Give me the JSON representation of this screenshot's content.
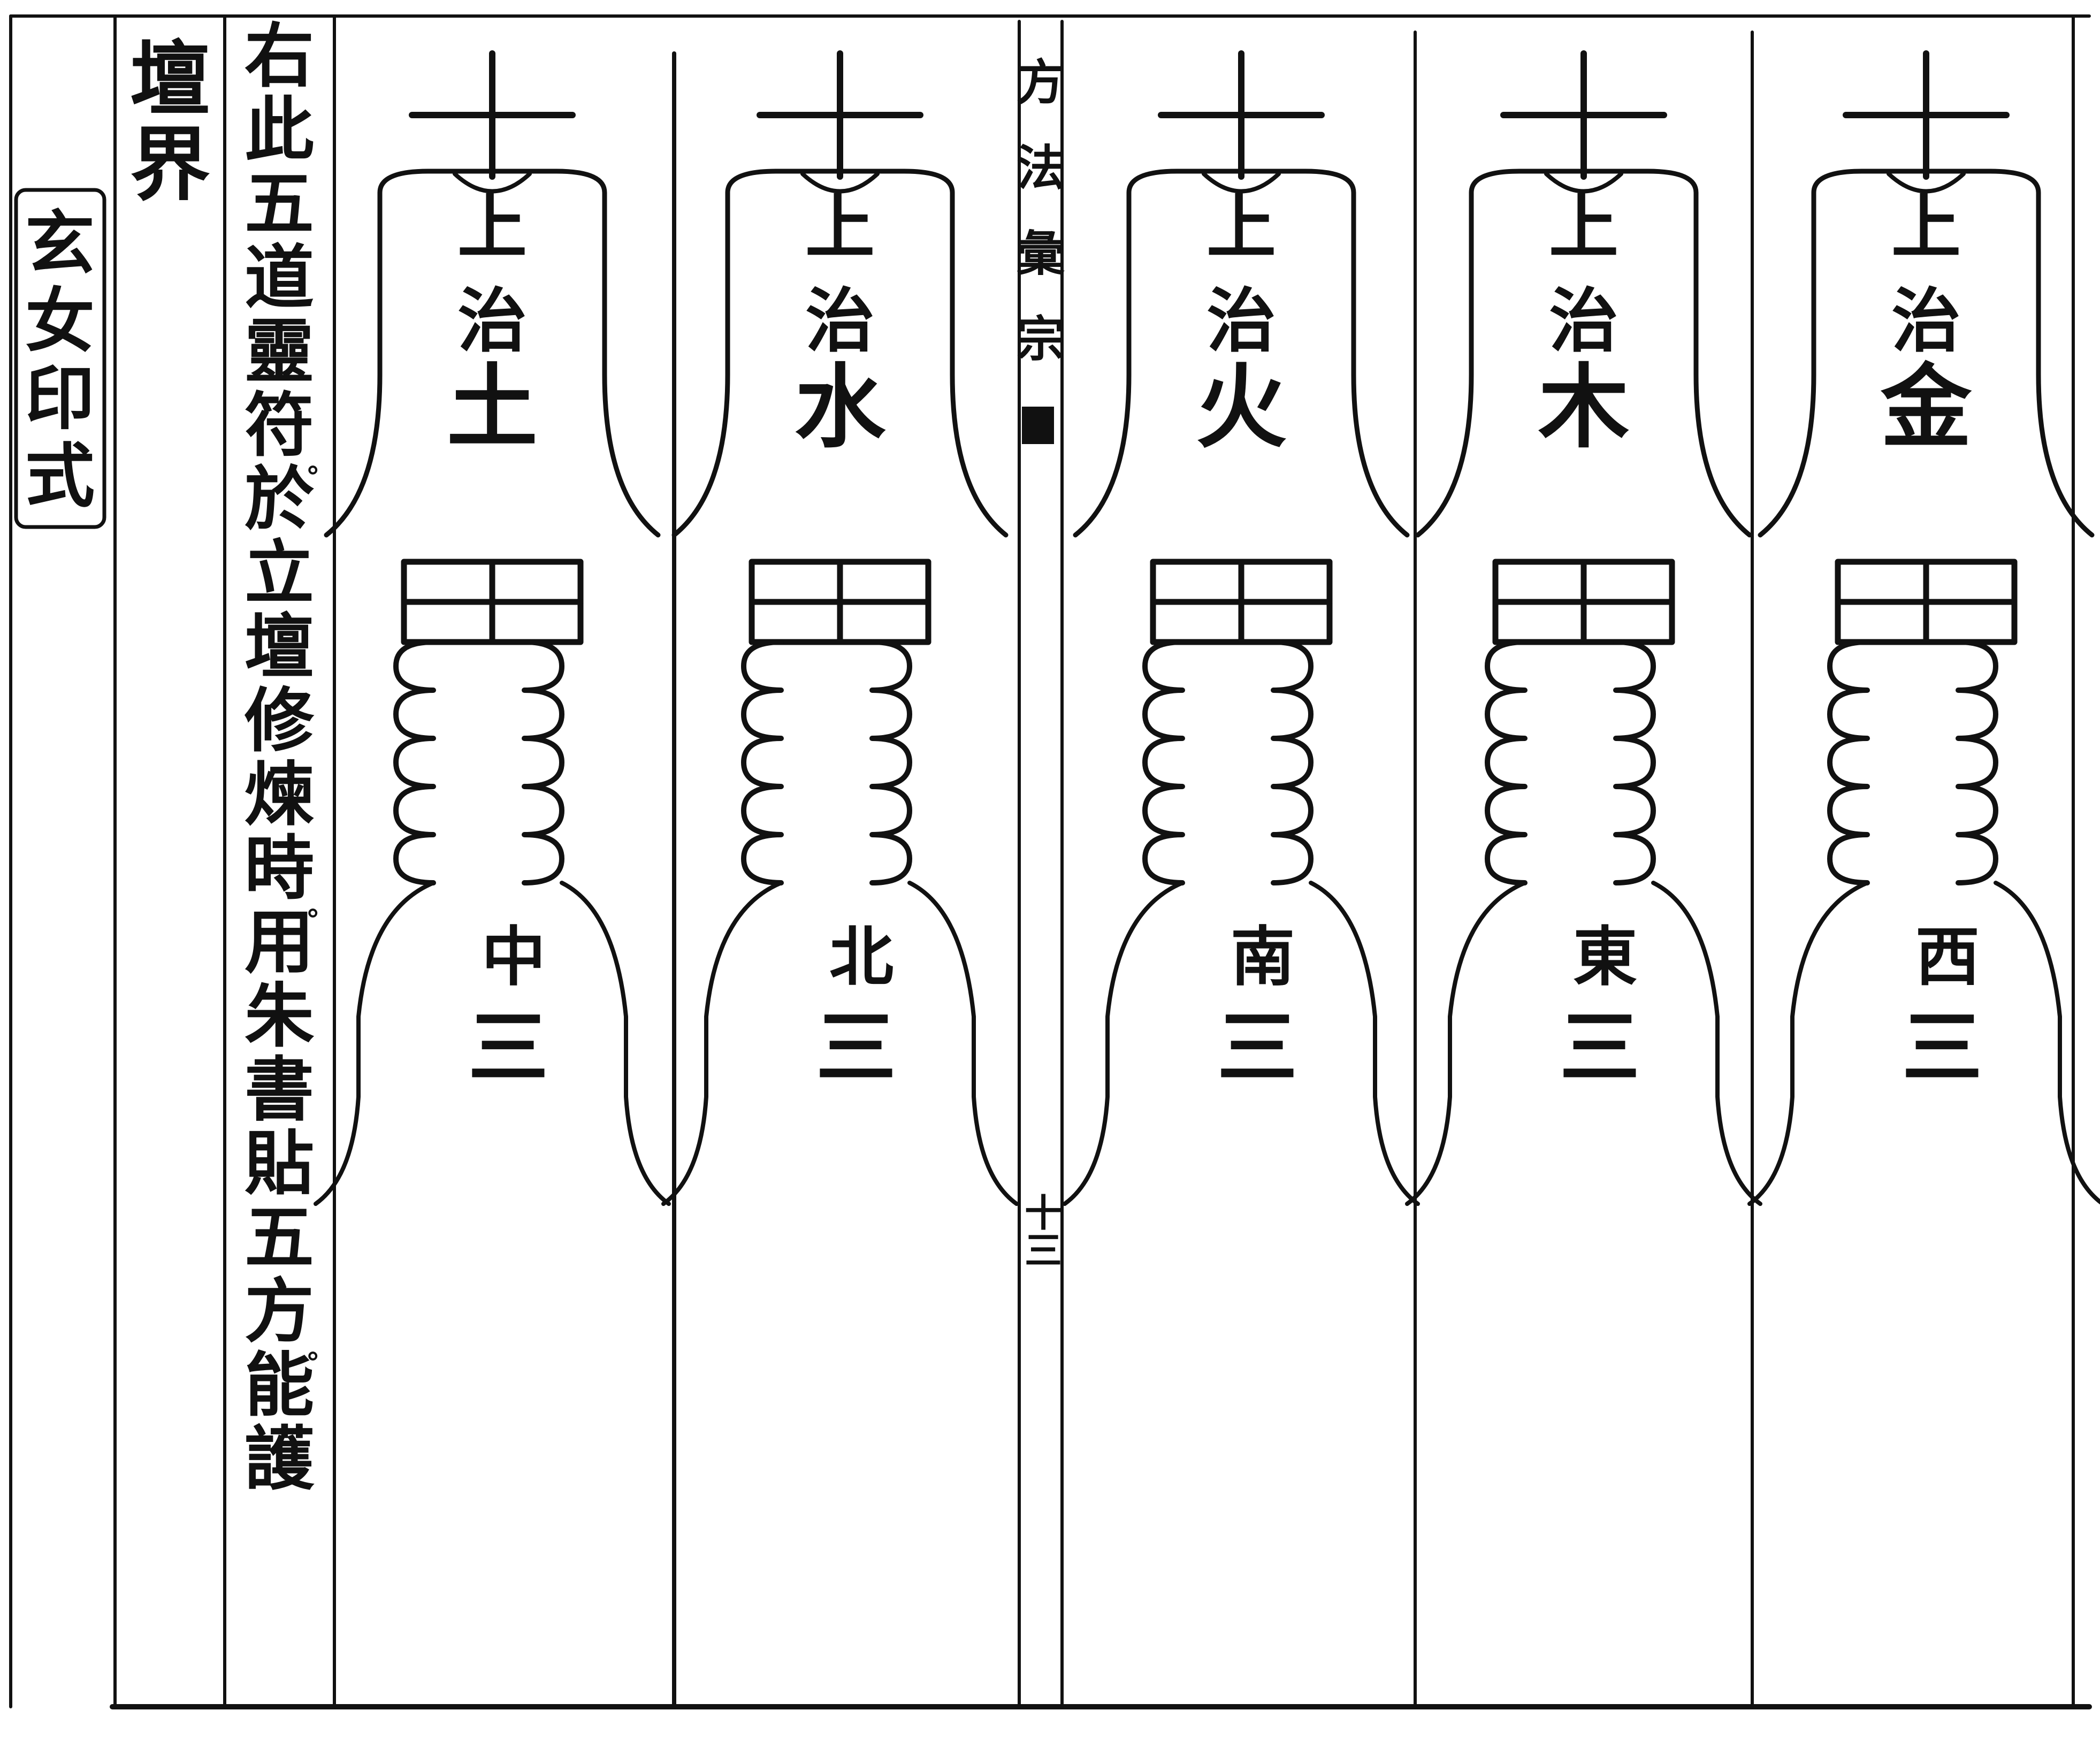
{
  "seal": {
    "label": "玄女印式",
    "chars": [
      "玄",
      "女",
      "印",
      "式"
    ]
  },
  "heading": {
    "text": "壇界",
    "chars": [
      "壇",
      "界"
    ]
  },
  "caption": {
    "text": "右此五道靈符。於立壇修煉時。用朱書貼五方。能護",
    "chars": [
      "右",
      "此",
      "五",
      "道",
      "靈",
      "符",
      "。",
      "於",
      "立",
      "壇",
      "修",
      "煉",
      "時",
      "。",
      "用",
      "朱",
      "書",
      "貼",
      "五",
      "方",
      "。",
      "能",
      "護"
    ]
  },
  "spine": {
    "text": "方法彙宗",
    "chars": [
      "方",
      "法",
      "彙",
      "宗"
    ],
    "page": "十三"
  },
  "talismans": [
    {
      "id": "earth",
      "top": [
        "上",
        "治",
        "土"
      ],
      "direction": "中",
      "number": "三"
    },
    {
      "id": "water",
      "top": [
        "上",
        "治",
        "水"
      ],
      "direction": "北",
      "number": "三"
    },
    {
      "id": "fire",
      "top": [
        "上",
        "治",
        "火"
      ],
      "direction": "南",
      "number": "三"
    },
    {
      "id": "wood",
      "top": [
        "上",
        "治",
        "木"
      ],
      "direction": "東",
      "number": "三"
    },
    {
      "id": "metal",
      "top": [
        "上",
        "治",
        "金"
      ],
      "direction": "西",
      "number": "三"
    }
  ],
  "colors": {
    "ink": "#111111",
    "paper": "#ffffff"
  }
}
